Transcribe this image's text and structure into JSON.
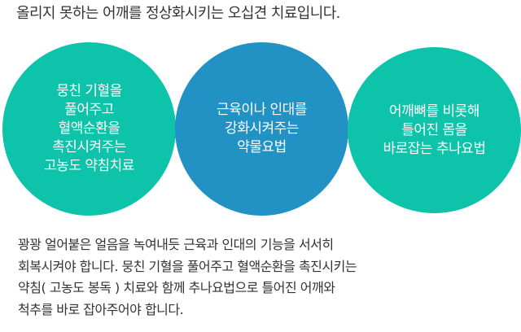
{
  "title": "올리지 못하는 어깨를 정상화시키는 오십견 치료입니다.",
  "circles": [
    {
      "lines": [
        "뭉친 기혈을",
        "풀어주고",
        "혈액순환을",
        "촉진시켜주는",
        "고농도 약침치료"
      ],
      "color": "#0dc3aa"
    },
    {
      "lines": [
        "근육이나 인대를",
        "강화시켜주는",
        "약물요법"
      ],
      "color": "#2292c4"
    },
    {
      "lines": [
        "어깨뼈를 비롯해",
        "틀어진 몸을",
        "바로잡는 추나요법"
      ],
      "color": "#0dc3aa"
    }
  ],
  "paragraph": [
    "꽝꽝 얼어붙은 얼음을 녹여내듯 근육과 인대의 기능을 서서히",
    "회복시켜야 합니다. 뭉친 기혈을 풀어주고 혈액순환을 촉진시키는",
    "약침( 고농도 봉독 ) 치료와 함께 추나요법으로 틀어진 어깨와",
    "척추를 바로 잡아주어야 합니다."
  ]
}
